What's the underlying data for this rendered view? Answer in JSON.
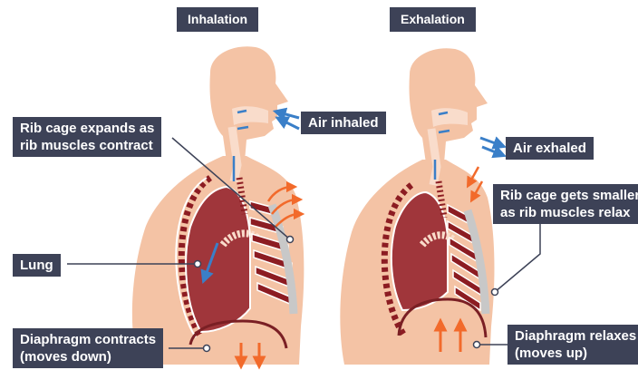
{
  "headers": {
    "inhalation": "Inhalation",
    "exhalation": "Exhalation"
  },
  "labels": {
    "air_inhaled": "Air inhaled",
    "rib_expand_line1": "Rib cage expands as",
    "rib_expand_line2": "rib muscles contract",
    "lung": "Lung",
    "diaphragm_contracts_line1": "Diaphragm contracts",
    "diaphragm_contracts_line2": "(moves down)",
    "air_exhaled": "Air exhaled",
    "rib_smaller_line1": "Rib cage gets smaller",
    "rib_smaller_line2": "as rib muscles relax",
    "diaphragm_relaxes_line1": "Diaphragm relaxes",
    "diaphragm_relaxes_line2": "(moves up)"
  },
  "colors": {
    "label_bg": "#3d4257",
    "skin": "#f4c3a5",
    "skin_inner": "#f9dccb",
    "lung": "#a0363b",
    "lung_dark": "#7a1f24",
    "rib": "#8c1c22",
    "cartilage": "#c8c8c8",
    "air_arrow": "#3a7fc8",
    "motion_arrow": "#f26a2b"
  }
}
